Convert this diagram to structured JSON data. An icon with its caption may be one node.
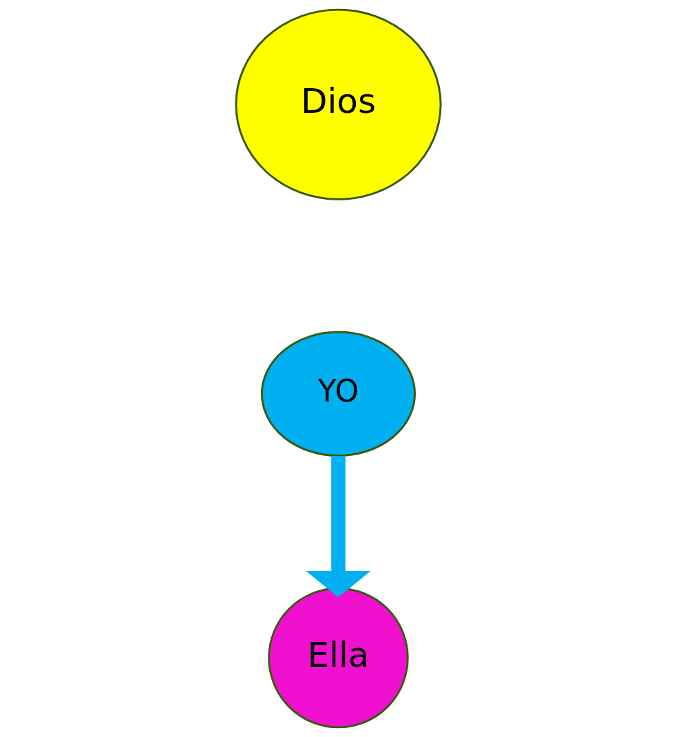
{
  "diagram": {
    "nodes": [
      {
        "text": [
          "Dios"
        ]
      },
      {
        "text": [
          "YO"
        ]
      },
      {
        "text": [
          "Ella"
        ]
      }
    ],
    "edges": [
      {
        "from": 1,
        "to": 2,
        "arrow": "to",
        "color": "#00b0f0"
      }
    ]
  }
}
